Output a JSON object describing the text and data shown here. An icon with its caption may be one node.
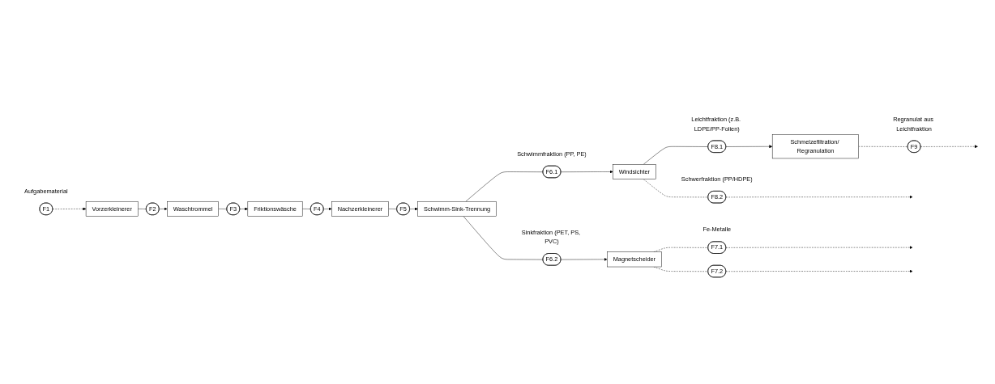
{
  "diagram": {
    "nodes": [
      {
        "text": [
          "F1"
        ],
        "beside": [
          "Aufgabematerial"
        ]
      },
      {
        "text": [
          "Vorzerkleinerer"
        ]
      },
      {
        "text": [
          "F2"
        ]
      },
      {
        "text": [
          "Waschtrommel"
        ]
      },
      {
        "text": [
          "F3"
        ]
      },
      {
        "text": [
          "Friktionswäsche"
        ]
      },
      {
        "text": [
          "F4"
        ]
      },
      {
        "text": [
          "Nachzerkleinerer"
        ]
      },
      {
        "text": [
          "F5"
        ]
      },
      {
        "text": [
          "Schmelzefiltration/ Regranulation"
        ]
      },
      {
        "text": [
          "F8.1"
        ],
        "beside": [
          "Leichtfraktion (z.B. LDPE/PP-Folien)"
        ]
      },
      {
        "text": [
          "Windsichter"
        ]
      },
      {
        "text": [
          "F6.1"
        ],
        "beside": [
          "Schwimmfraktion (PP, PE)"
        ]
      },
      {
        "text": [
          "Schwimm-Sink-Trennung"
        ]
      },
      {
        "text": [
          "F6.2"
        ],
        "beside": [
          "Sinkfraktion (PET, PS, PVC)"
        ]
      },
      {
        "text": [
          "F9"
        ],
        "beside": [
          "Regranulat aus Leichtfraktion"
        ]
      },
      {
        "text": [
          "F8.2"
        ],
        "beside": [
          "Schwerfraktion (PP/HDPE)"
        ]
      },
      {
        "text": [
          "F7.1"
        ],
        "beside": [
          "Fe-Metalle"
        ]
      },
      {
        "text": [
          "Magnetscheider"
        ]
      },
      {
        "text": [
          "F7.2"
        ]
      }
    ],
    "edges": [
      {
        "from": 0,
        "to": 1,
        "arrow": "to",
        "style": "dashed"
      },
      {
        "from": 1,
        "to": 2,
        "arrow": "none"
      },
      {
        "from": 2,
        "to": 3,
        "arrow": "to"
      },
      {
        "from": 3,
        "to": 4,
        "arrow": "none"
      },
      {
        "from": 4,
        "to": 5,
        "arrow": "to"
      },
      {
        "from": 5,
        "to": 6,
        "arrow": "none"
      },
      {
        "from": 6,
        "to": 7,
        "arrow": "to"
      },
      {
        "from": 7,
        "to": 8,
        "arrow": "none"
      },
      {
        "from": 8,
        "to": 13,
        "arrow": "to"
      },
      {
        "from": 13,
        "to": 12,
        "arrow": "none"
      },
      {
        "from": 12,
        "to": 11,
        "arrow": "to"
      },
      {
        "from": 11,
        "to": 10,
        "arrow": "none"
      },
      {
        "from": 10,
        "to": 9,
        "arrow": "to"
      },
      {
        "from": 9,
        "to": 15,
        "arrow": "none",
        "style": "dashed"
      },
      {
        "from": 15,
        "to": null,
        "arrow": "to",
        "style": "dashed"
      },
      {
        "from": 11,
        "to": 16,
        "arrow": "none",
        "style": "dashed"
      },
      {
        "from": 16,
        "to": null,
        "arrow": "to",
        "style": "dashed"
      },
      {
        "from": 13,
        "to": 14,
        "arrow": "none"
      },
      {
        "from": 14,
        "to": 18,
        "arrow": "to"
      },
      {
        "from": 18,
        "to": 17,
        "arrow": "none",
        "style": "dashed"
      },
      {
        "from": 17,
        "to": null,
        "arrow": "to",
        "style": "dashed"
      },
      {
        "from": 18,
        "to": 19,
        "arrow": "none",
        "style": "dashed"
      },
      {
        "from": 19,
        "to": null,
        "arrow": "to",
        "style": "dashed"
      }
    ]
  }
}
